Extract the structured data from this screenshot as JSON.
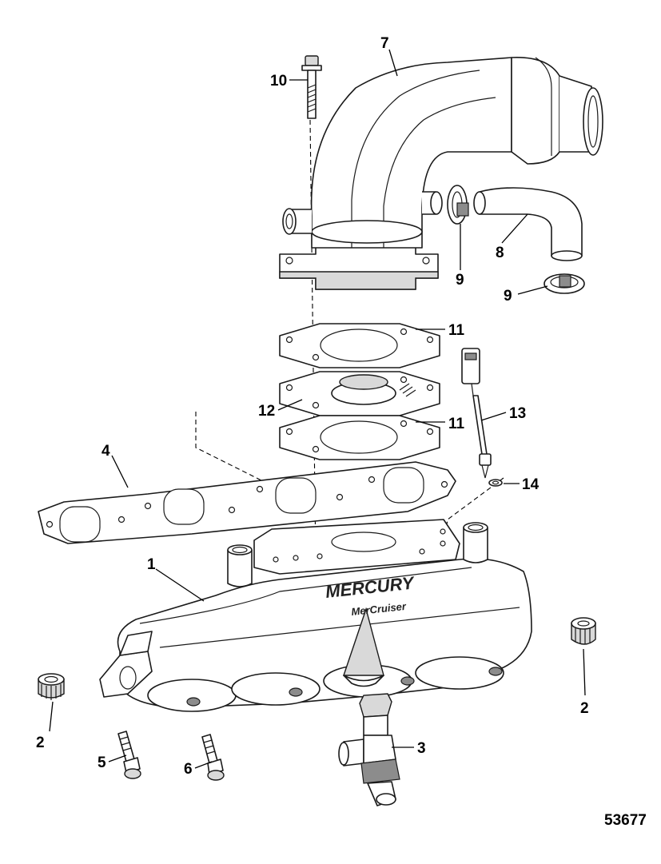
{
  "callouts": {
    "c1": "1",
    "c2a": "2",
    "c2b": "2",
    "c3": "3",
    "c4": "4",
    "c5": "5",
    "c6": "6",
    "c7": "7",
    "c8": "8",
    "c9a": "9",
    "c9b": "9",
    "c10": "10",
    "c11a": "11",
    "c11b": "11",
    "c12": "12",
    "c13": "13",
    "c14": "14"
  },
  "manifold_logo": {
    "brand": "MERCURY",
    "sub_brand": "MerCruiser"
  },
  "figure_number": "53677"
}
